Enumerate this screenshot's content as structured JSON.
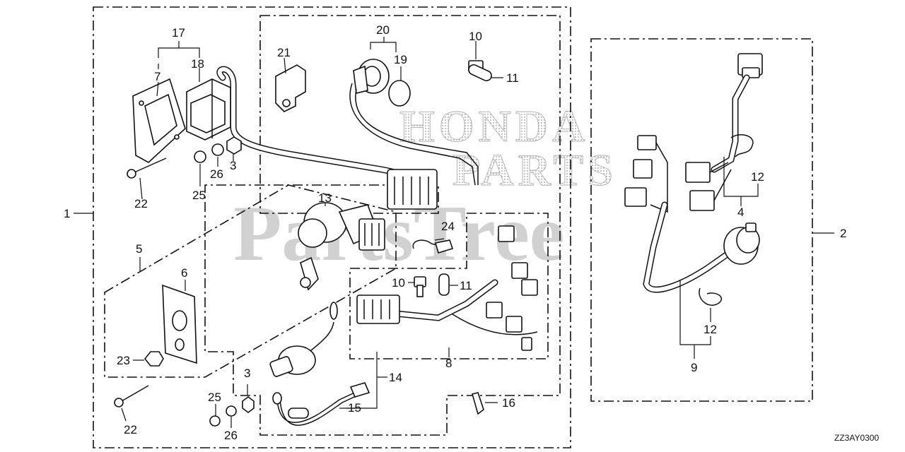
{
  "watermark": {
    "brand_top": "HONDA",
    "brand_bottom": "PARTS",
    "main": "PartsTree"
  },
  "diagram_code": "ZZ3AY0300",
  "callouts": {
    "c1": "1",
    "c2": "2",
    "c3a": "3",
    "c3b": "3",
    "c4": "4",
    "c5": "5",
    "c6": "6",
    "c7": "7",
    "c8": "8",
    "c9": "9",
    "c10a": "10",
    "c10b": "10",
    "c11a": "11",
    "c11b": "11",
    "c12a": "12",
    "c12b": "12",
    "c13": "13",
    "c14": "14",
    "c15": "15",
    "c16": "16",
    "c17": "17",
    "c18": "18",
    "c19": "19",
    "c20": "20",
    "c21": "21",
    "c22a": "22",
    "c22b": "22",
    "c23": "23",
    "c24": "24",
    "c25a": "25",
    "c25b": "25",
    "c26a": "26",
    "c26b": "26"
  }
}
